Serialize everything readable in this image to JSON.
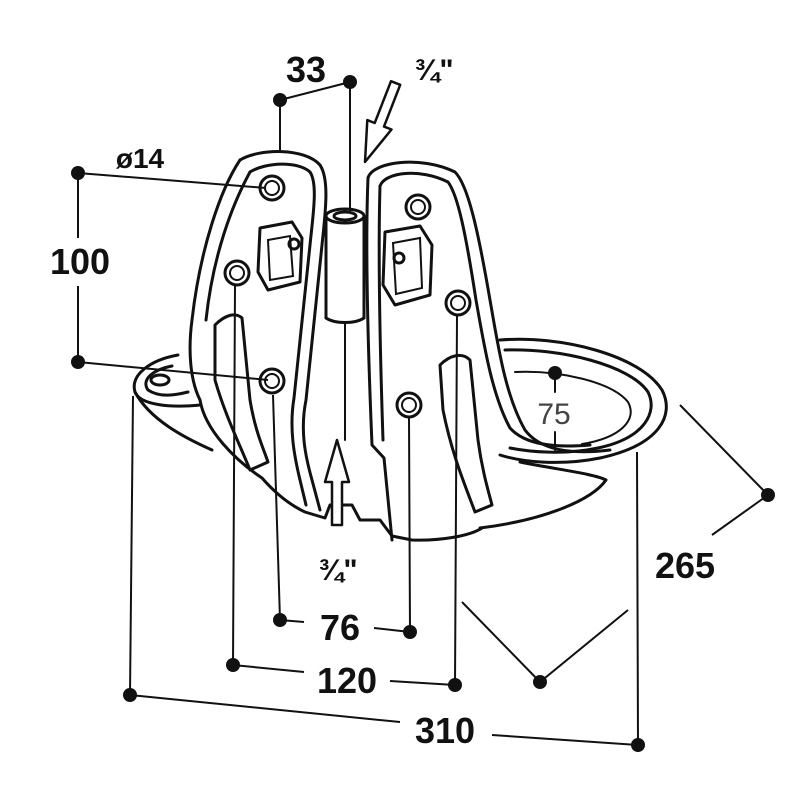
{
  "dimensions": {
    "top_width": "33",
    "hole_diameter": "ø14",
    "hole_spacing_vertical": "100",
    "bowl_depth": "75",
    "bowl_length": "265",
    "hole_spacing_inner": "76",
    "hole_spacing_outer": "120",
    "overall_width": "310"
  },
  "threads": {
    "top_inlet": "¾\"",
    "bottom_inlet": "¾\""
  },
  "colors": {
    "line": "#111111",
    "background": "#ffffff",
    "secondary_label": "#444444"
  }
}
